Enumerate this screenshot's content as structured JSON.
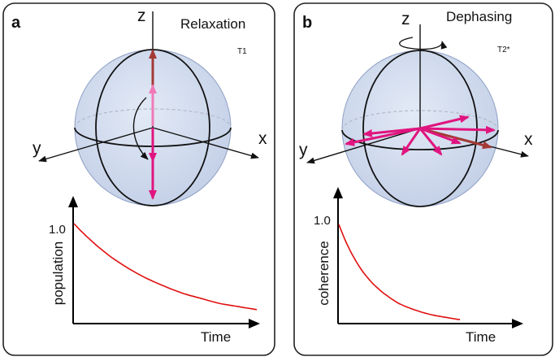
{
  "panels": [
    {
      "letter": "a",
      "title": "Relaxation",
      "subtitle": "T1",
      "axes": {
        "z": "z",
        "x": "x",
        "y": "y"
      },
      "plot": {
        "y_tick": "1.0",
        "ylabel": "population",
        "xlabel": "Time"
      }
    },
    {
      "letter": "b",
      "title": "Dephasing",
      "subtitle": "T2*",
      "axes": {
        "z": "z",
        "x": "x",
        "y": "y"
      },
      "plot": {
        "y_tick": "1.0",
        "ylabel": "coherence",
        "xlabel": "Time"
      }
    }
  ],
  "chart_data": [
    {
      "type": "line",
      "x_range": [
        0,
        1
      ],
      "ylim": [
        0,
        1
      ],
      "series": [
        {
          "x": [
            0,
            0.1,
            0.2,
            0.3,
            0.4,
            0.5,
            0.6,
            0.7,
            0.8,
            0.9,
            1.0
          ],
          "values": [
            1.0,
            0.82,
            0.67,
            0.55,
            0.45,
            0.37,
            0.3,
            0.25,
            0.2,
            0.17,
            0.14
          ]
        }
      ]
    },
    {
      "type": "line",
      "x_range": [
        0,
        1
      ],
      "ylim": [
        0,
        1
      ],
      "series": [
        {
          "x": [
            0,
            0.1,
            0.2,
            0.3,
            0.4,
            0.5,
            0.6,
            0.7,
            0.8,
            0.9,
            1.0
          ],
          "values": [
            1.0,
            0.72,
            0.52,
            0.38,
            0.28,
            0.2,
            0.15,
            0.11,
            0.08,
            0.06,
            0.04
          ]
        }
      ]
    }
  ],
  "colors": {
    "magenta": "#e0157f",
    "magenta_light": "#f07ab8",
    "dark_red": "#a33a35",
    "curve": "#e01010",
    "sphere": "#d4def0"
  }
}
